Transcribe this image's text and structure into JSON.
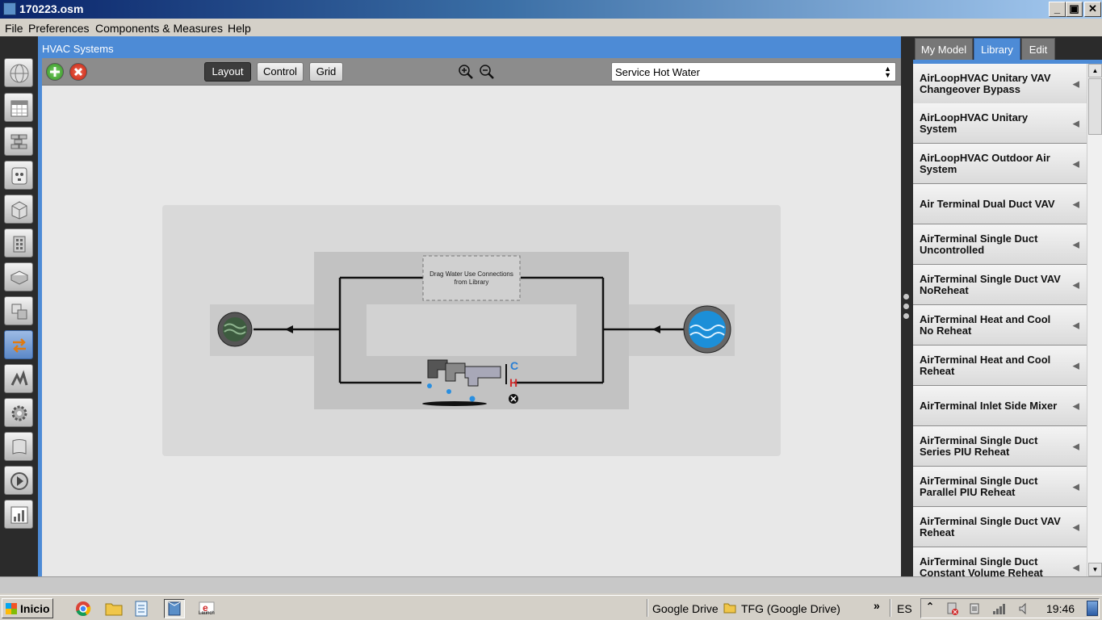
{
  "window": {
    "title": "170223.osm",
    "minimize": "_",
    "maximize": "▣",
    "close": "✕"
  },
  "menu": [
    "File",
    "Preferences",
    "Components & Measures",
    "Help"
  ],
  "left_tools": [
    "site-icon",
    "schedules-icon",
    "constructions-icon",
    "loads-icon",
    "space-types-icon",
    "facility-icon",
    "spaces-icon",
    "thermal-zones-icon",
    "hvac-systems-icon",
    "building-summary-icon",
    "output-variables-icon",
    "simulation-settings-icon",
    "scripts-icon",
    "run-icon",
    "results-icon"
  ],
  "panel": {
    "title": "HVAC Systems",
    "layout_label": "Layout",
    "control_label": "Control",
    "grid_label": "Grid",
    "system_select": "Service Hot Water"
  },
  "diagram": {
    "drop_zone_text": "Drag Water Use Connections from Library",
    "cold_label": "C",
    "hot_label": "H"
  },
  "library": {
    "tabs": [
      "My Model",
      "Library",
      "Edit"
    ],
    "active_tab": "Library",
    "items": [
      "AirLoopHVAC Unitary VAV Changeover Bypass",
      "AirLoopHVAC Unitary System",
      "AirLoopHVAC Outdoor Air System",
      "Air Terminal Dual Duct VAV",
      "AirTerminal Single Duct Uncontrolled",
      "AirTerminal Single Duct VAV NoReheat",
      "AirTerminal Heat and Cool No Reheat",
      "AirTerminal Heat and Cool Reheat",
      "AirTerminal Inlet Side Mixer",
      "AirTerminal Single Duct Series PIU Reheat",
      "AirTerminal Single Duct Parallel PIU Reheat",
      "AirTerminal Single Duct VAV Reheat",
      "AirTerminal Single Duct Constant Volume Reheat"
    ]
  },
  "taskbar": {
    "start_label": "Inicio",
    "launch_label": "Launch",
    "google_drive": "Google Drive",
    "tfg": "TFG (Google Drive)",
    "more": "»",
    "lang": "ES",
    "clock": "19:46"
  },
  "colors": {
    "accent": "#4d8bd6",
    "cold": "#2a7fd4",
    "hot": "#d02a2a"
  }
}
